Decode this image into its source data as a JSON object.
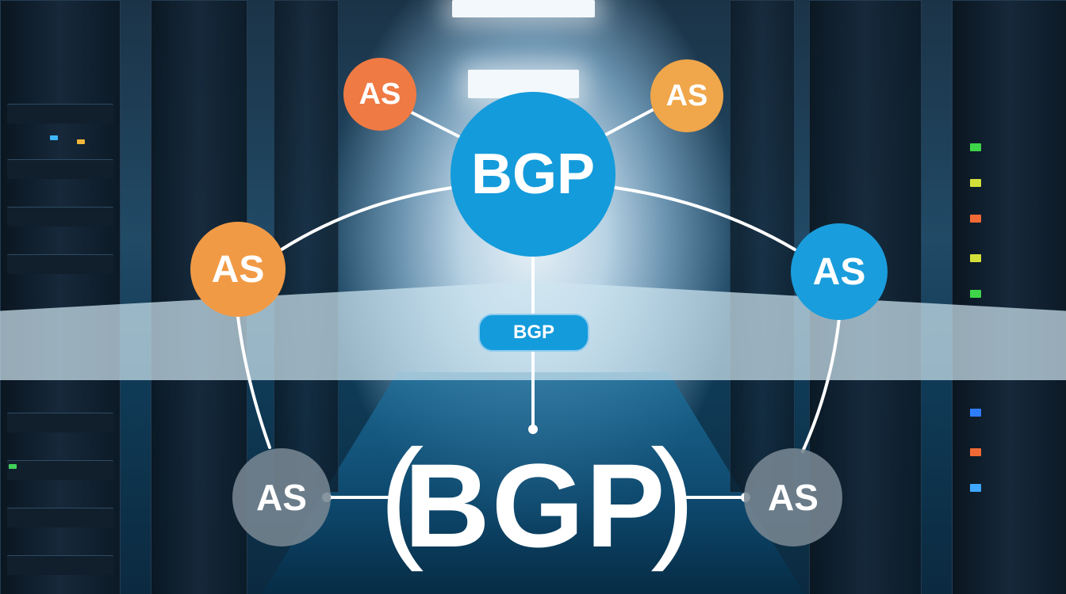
{
  "colors": {
    "bgp_blue": "#149bdb",
    "as_orange_red": "#ef7a43",
    "as_orange": "#f0a64a",
    "as_orange_mid": "#f19a45",
    "as_blue": "#1a9ddc",
    "as_gray": "#6f7f8b",
    "link_white": "#ffffff"
  },
  "diagram": {
    "center_node": {
      "label": "BGP"
    },
    "pill_label": {
      "label": "BGP"
    },
    "title": {
      "text": "BGP",
      "open_paren": "(",
      "close_paren": ")"
    },
    "nodes": [
      {
        "id": "as-top-left",
        "label": "AS",
        "color": "#ef7a43"
      },
      {
        "id": "as-top-right",
        "label": "AS",
        "color": "#f0a64a"
      },
      {
        "id": "as-mid-left",
        "label": "AS",
        "color": "#f19a45"
      },
      {
        "id": "as-mid-right",
        "label": "AS",
        "color": "#1a9ddc"
      },
      {
        "id": "as-bottom-left",
        "label": "AS",
        "color": "#6f7f8b"
      },
      {
        "id": "as-bottom-right",
        "label": "AS",
        "color": "#6f7f8b"
      }
    ]
  }
}
